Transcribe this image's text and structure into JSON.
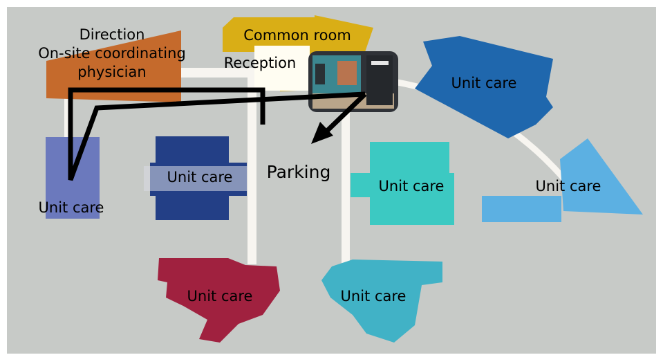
{
  "colors": {
    "background": "#c7cac7",
    "frame": "#ffffff",
    "path": "#f7f5f0",
    "direction": "#c56a2c",
    "common_room": "#d9ae16",
    "reception": "#fffdf2",
    "unit_blue_dark": "#1f67ad",
    "unit_navy": "#233f86",
    "unit_periwinkle": "#6b79bd",
    "unit_teal": "#3cc9c2",
    "unit_light_blue": "#5cb0e2",
    "unit_crimson": "#a0213f",
    "unit_cyan": "#41b2c6",
    "route": "#000000",
    "photo_wall": "#3c8790",
    "photo_door": "#2b2f35"
  },
  "labels": {
    "direction_line1": "Direction",
    "direction_line2": "On-site coordinating",
    "direction_line3": "physician",
    "common_room": "Common room",
    "reception": "Reception",
    "parking": "Parking",
    "unit_top_right": "Unit care",
    "unit_left": "Unit care",
    "unit_navy": "Unit care",
    "unit_teal": "Unit care",
    "unit_far_right": "Unit care",
    "unit_crimson": "Unit care",
    "unit_cyan": "Unit care"
  },
  "photo": {
    "icon": "reception-photo-icon"
  }
}
